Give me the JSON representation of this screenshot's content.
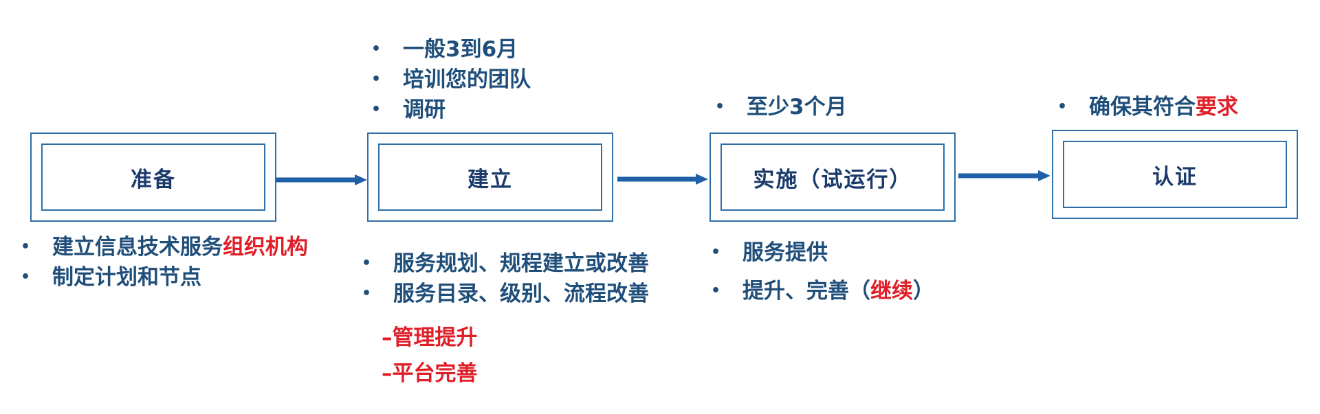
{
  "stages": [
    {
      "label": "准备"
    },
    {
      "label": "建立"
    },
    {
      "label": "实施（试运行）"
    },
    {
      "label": "认证"
    }
  ],
  "notes": {
    "prepare_below": [
      {
        "text": "建立信息技术服务",
        "highlight": "组织机构"
      },
      {
        "text": "制定计划和节点",
        "highlight": ""
      }
    ],
    "build_above": [
      {
        "text": "一般3到6月"
      },
      {
        "text": "培训您的团队"
      },
      {
        "text": "调研"
      }
    ],
    "build_below": [
      {
        "text": "服务规划、规程建立或改善"
      },
      {
        "text": "服务目录、级别、流程改善"
      }
    ],
    "build_sub": [
      {
        "text": "–管理提升"
      },
      {
        "text": "–平台完善"
      }
    ],
    "implement_above": [
      {
        "text": "至少3个月"
      }
    ],
    "implement_below": [
      {
        "text": "服务提供",
        "highlight": "",
        "suffix": ""
      },
      {
        "text": "提升、完善（",
        "highlight": "继续",
        "suffix": "）"
      }
    ],
    "certify_above": [
      {
        "text": "确保其符合",
        "highlight": "要求"
      }
    ]
  },
  "bullet_glyph": "•",
  "colors": {
    "box_border": "#2e6ea6",
    "arrow": "#1f5fa8",
    "text": "#1f4e7a",
    "highlight": "#e01e28"
  }
}
